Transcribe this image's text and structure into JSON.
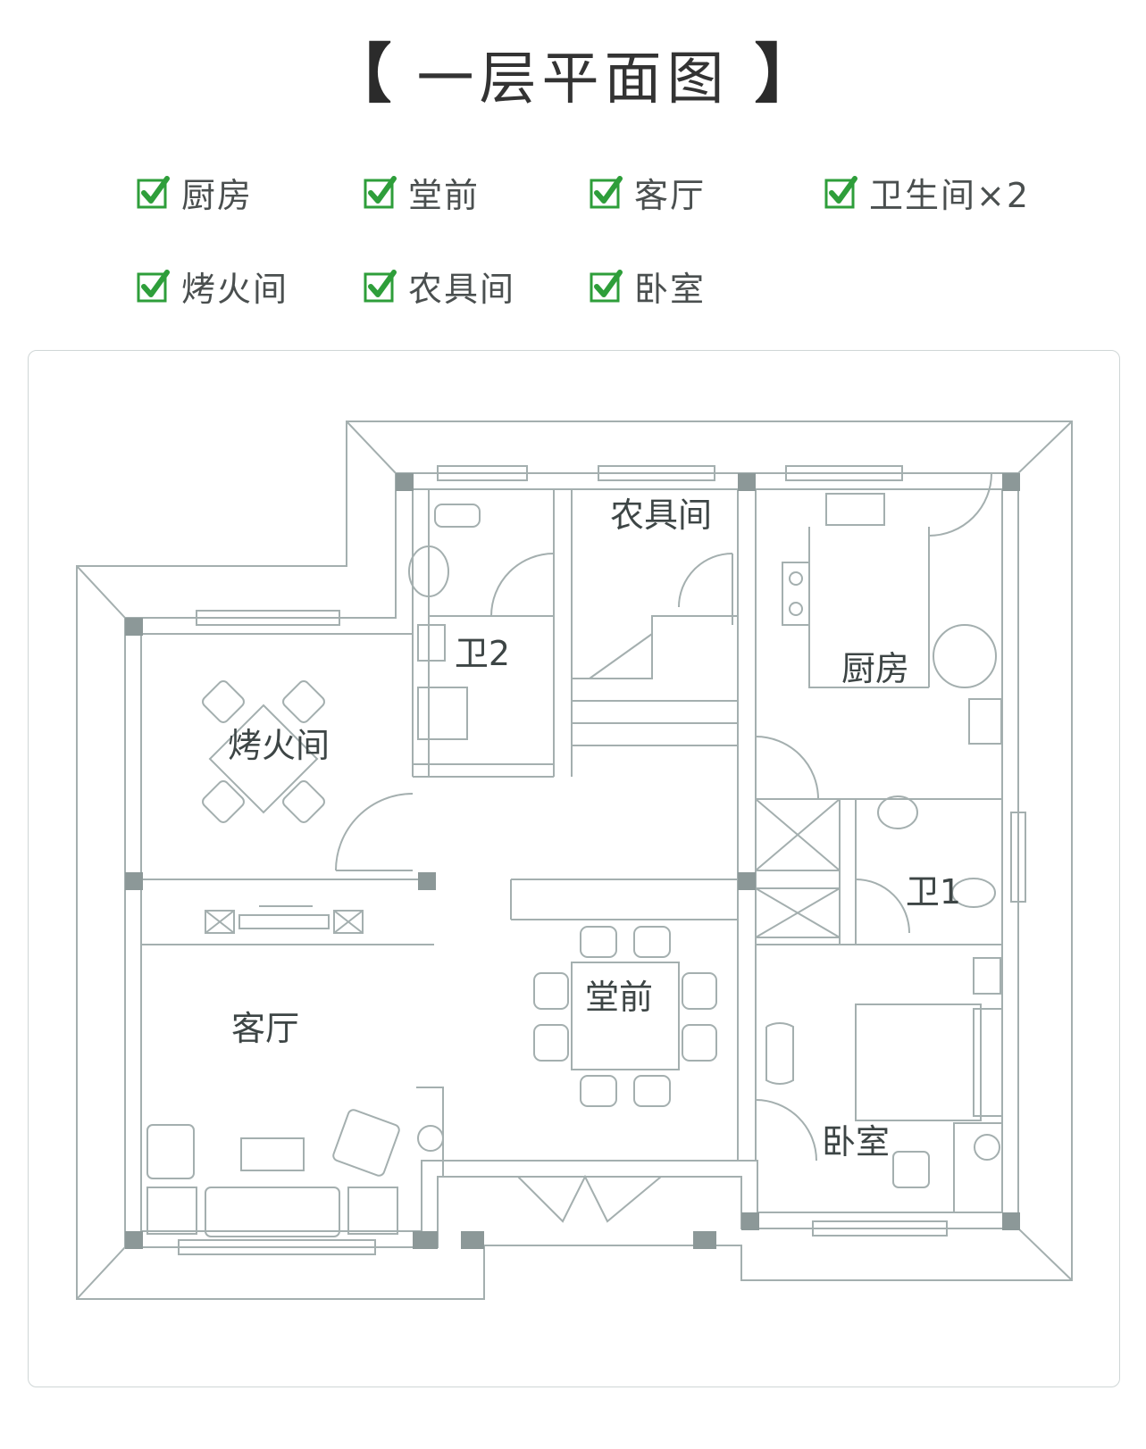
{
  "header": {
    "bracket_left": "【",
    "title": "一层平面图",
    "bracket_right": "】"
  },
  "features": [
    {
      "label": "厨房"
    },
    {
      "label": "堂前"
    },
    {
      "label": "客厅"
    },
    {
      "label": "卫生间×2"
    },
    {
      "label": "烤火间"
    },
    {
      "label": "农具间"
    },
    {
      "label": "卧室"
    }
  ],
  "plan": {
    "rooms": {
      "storage": "农具间",
      "bath2": "卫2",
      "kitchen": "厨房",
      "fireroom": "烤火间",
      "bath1": "卫1",
      "hall": "堂前",
      "living": "客厅",
      "bedroom": "卧室"
    }
  },
  "colors": {
    "check": "#2e9e3a",
    "wall": "#9aa7a7",
    "column": "#8a9696"
  }
}
